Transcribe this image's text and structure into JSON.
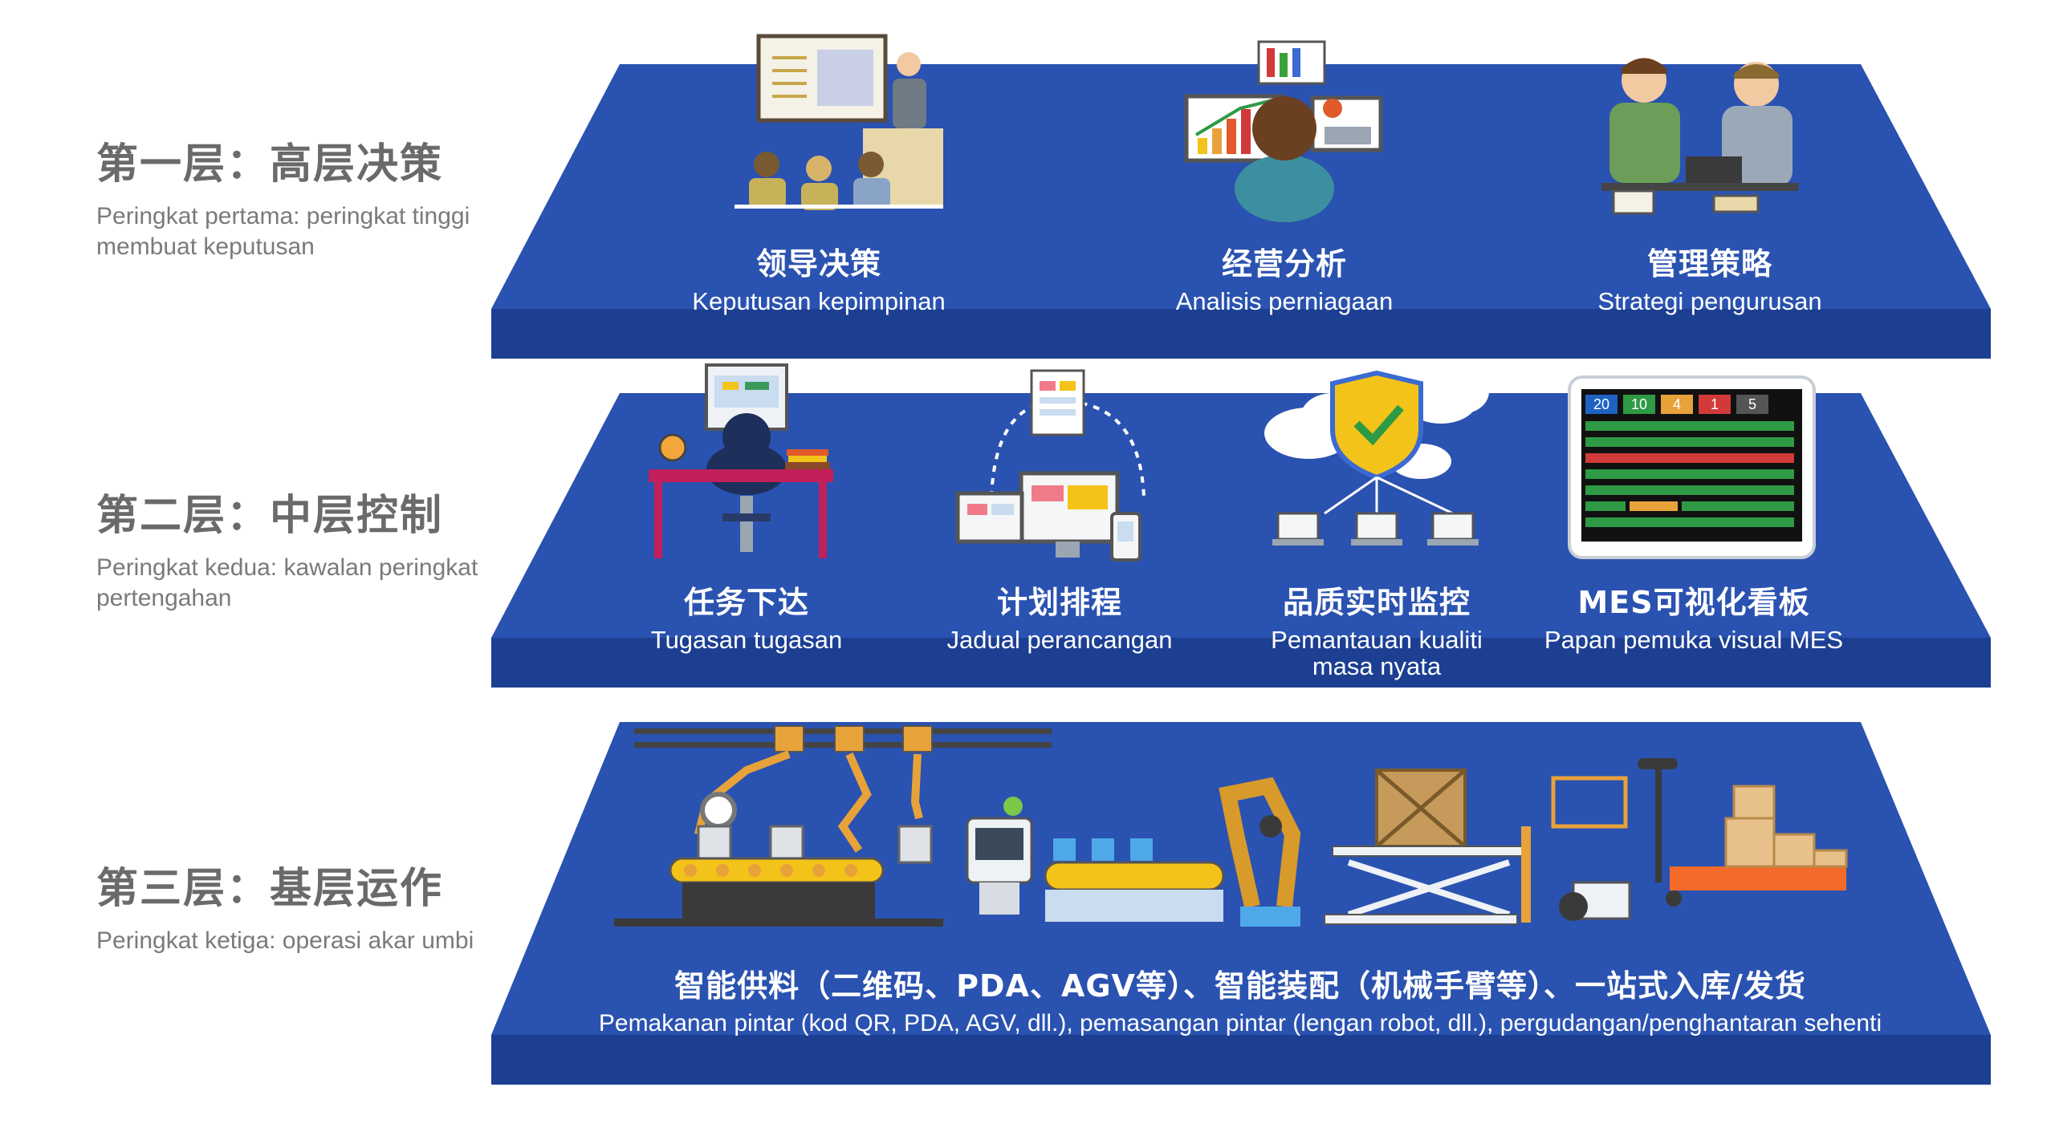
{
  "layers": [
    {
      "title": "第一层：高层决策",
      "subtitle": "Peringkat pertama: peringkat tinggi membuat keputusan",
      "items": [
        {
          "cn": "领导决策",
          "ms": "Keputusan kepimpinan"
        },
        {
          "cn": "经营分析",
          "ms": "Analisis perniagaan"
        },
        {
          "cn": "管理策略",
          "ms": "Strategi pengurusan"
        }
      ]
    },
    {
      "title": "第二层：中层控制",
      "subtitle": "Peringkat kedua: kawalan peringkat pertengahan",
      "items": [
        {
          "cn": "任务下达",
          "ms": "Tugasan tugasan"
        },
        {
          "cn": "计划排程",
          "ms": "Jadual perancangan"
        },
        {
          "cn": "品质实时监控",
          "ms": "Pemantauan kualiti masa nyata"
        },
        {
          "cn": "MES可视化看板",
          "ms": "Papan pemuka visual MES"
        }
      ]
    },
    {
      "title": "第三层：基层运作",
      "subtitle": "Peringkat ketiga: operasi akar umbi",
      "items": [
        {
          "cn": "智能供料（二维码、PDA、AGV等）、智能装配（机械手臂等）、一站式入库/发货",
          "ms": "Pemakanan pintar (kod QR, PDA, AGV, dll.), pemasangan pintar (lengan robot, dll.), pergudangan/penghantaran sehenti"
        }
      ]
    }
  ],
  "dashboard": {
    "numbers": [
      "20",
      "10",
      "4",
      "1",
      "5"
    ]
  },
  "colors": {
    "platform_top": "#2a52b0",
    "platform_front": "#1c3f92",
    "text_white": "#ffffff",
    "label_gray": "#6a6a6a",
    "accent_orange": "#e8a23a",
    "accent_yellow": "#f3c319"
  }
}
